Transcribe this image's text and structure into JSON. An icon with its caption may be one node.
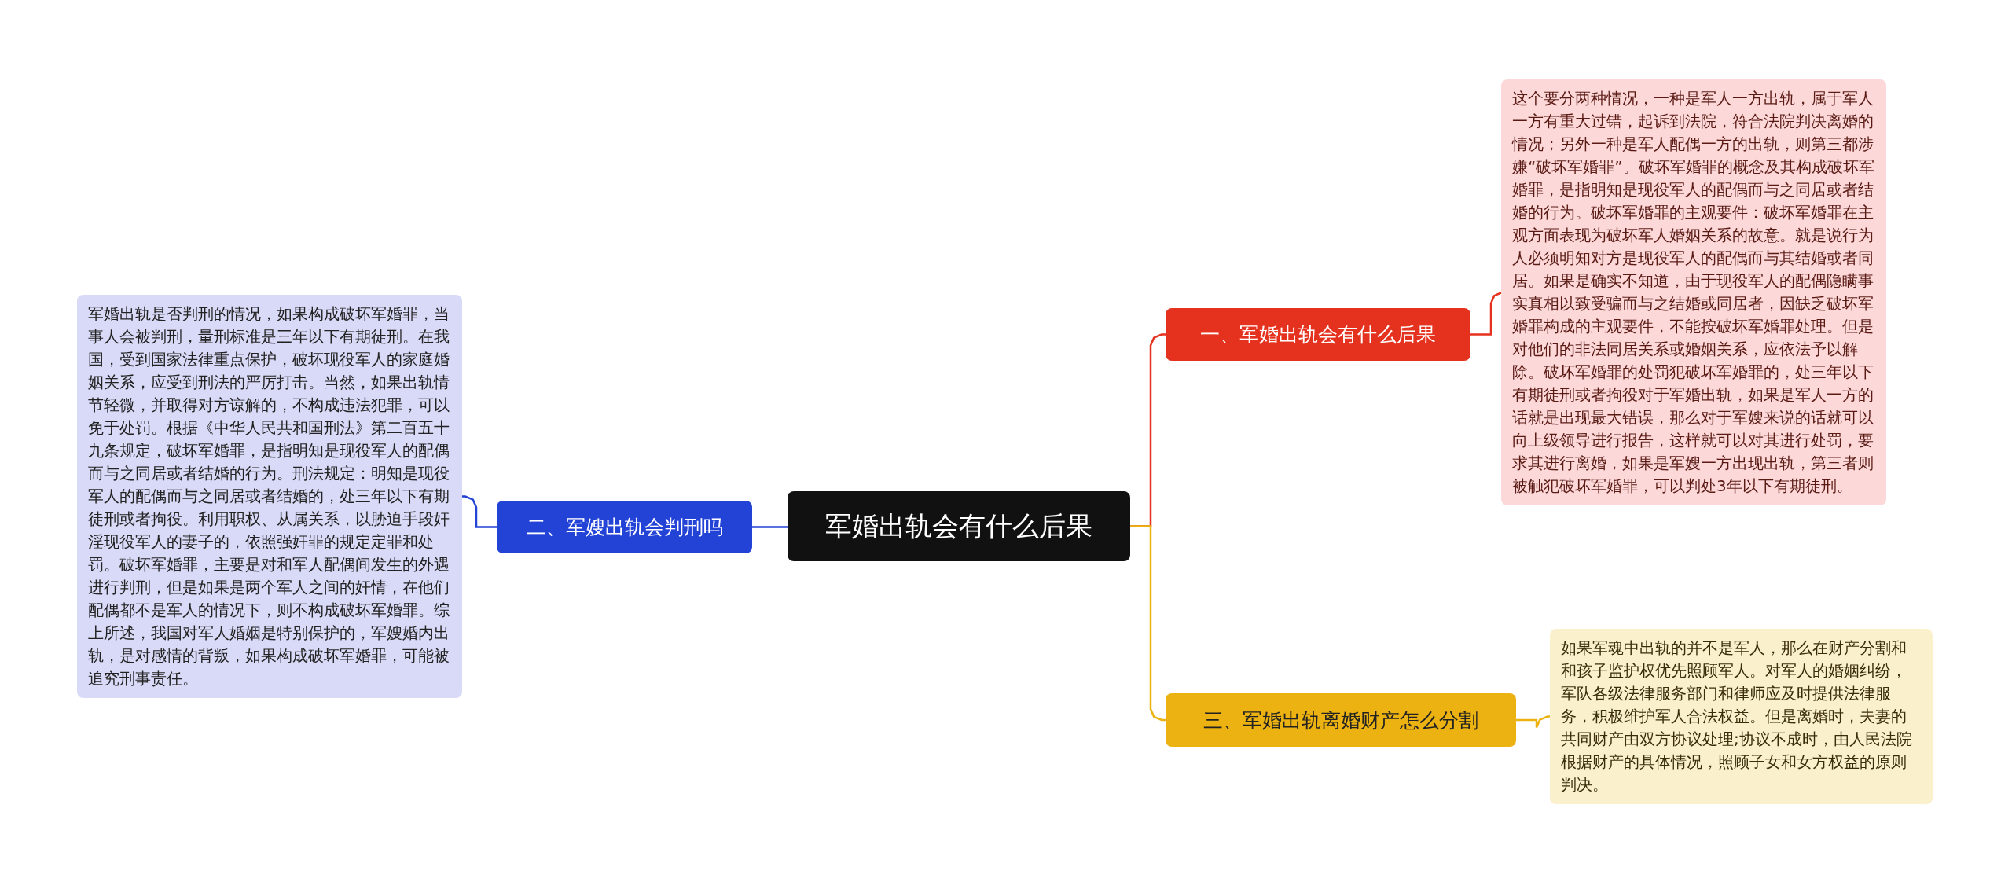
{
  "diagram": {
    "nodes": [
      {
        "text": [
          "军婚出轨会有什么后果"
        ]
      },
      {
        "text": [
          "一、军婚出轨会有什么后果"
        ]
      },
      {
        "text": [
          "这个要分两种情况，一种是军人一方出轨，属于军人一方有重大过错，起诉到法院，符合法院判决离婚的情况；另外一种是军人配偶一方的出轨，则第三都涉嫌“破坏军婚罪”。破坏军婚罪的概念及其构成破坏军婚罪，是指明知是现役军人的配偶而与之同居或者结婚的行为。破坏军婚罪的主观要件：破坏军婚罪在主观方面表现为破坏军人婚姻关系的故意。就是说行为人必须明知对方是现役军人的配偶而与其结婚或者同居。如果是确实不知道，由于现役军人的配偶隐瞒事实真相以致受骗而与之结婚或同居者，因缺乏破坏军婚罪构成的主观要件，不能按破坏军婚罪处理。但是对他们的非法同居关系或婚姻关系，应依法予以解除。破坏军婚罪的处罚犯破坏军婚罪的，处三年以下有期徒刑或者拘役对于军婚出轨，如果是军人一方的话就是出现最大错误，那么对于军嫂来说的话就可以向上级领导进行报告，这样就可以对其进行处罚，要求其进行离婚，如果是军嫂一方出现出轨，第三者则被触犯破坏军婚罪，可以判处3年以下有期徒刑。"
        ]
      },
      {
        "text": [
          "二、军嫂出轨会判刑吗"
        ]
      },
      {
        "text": [
          "军婚出轨是否判刑的情况，如果构成破坏军婚罪，当事人会被判刑，量刑标准是三年以下有期徒刑。在我国，受到国家法律重点保护，破坏现役军人的家庭婚姻关系，应受到刑法的严厉打击。当然，如果出轨情节轻微，并取得对方谅解的，不构成违法犯罪，可以免于处罚。根据《中华人民共和国刑法》第二百五十九条规定，破坏军婚罪，是指明知是现役军人的配偶而与之同居或者结婚的行为。刑法规定：明知是现役军人的配偶而与之同居或者结婚的，处三年以下有期徒刑或者拘役。利用职权、从属关系，以胁迫手段奸淫现役军人的妻子的，依照强奸罪的规定定罪和处罚。破坏军婚罪，主要是对和军人配偶间发生的外遇进行判刑，但是如果是两个军人之间的奸情，在他们配偶都不是军人的情况下，则不构成破坏军婚罪。综上所述，我国对军人婚姻是特别保护的，军嫂婚内出轨，是对感情的背叛，如果构成破坏军婚罪，可能被追究刑事责任。"
        ]
      },
      {
        "text": [
          "三、军婚出轨离婚财产怎么分割"
        ]
      },
      {
        "text": [
          "如果军魂中出轨的并不是军人，那么在财产分割和和孩子监护权优先照顾军人。对军人的婚姻纠纷，军队各级法律服务部门和律师应及时提供法律服务，积极维护军人合法权益。但是离婚时，夫妻的共同财产由双方协议处理;协议不成时，由人民法院根据财产的具体情况，照顾子女和女方权益的原则判决。"
        ]
      }
    ],
    "edges": [
      {
        "from": 0,
        "to": 1,
        "arrow": "none",
        "color": "#e5321e"
      },
      {
        "from": 1,
        "to": 2,
        "arrow": "none",
        "color": "#e5321e"
      },
      {
        "from": 0,
        "to": 3,
        "arrow": "none",
        "color": "#2343d6"
      },
      {
        "from": 3,
        "to": 4,
        "arrow": "none",
        "color": "#2343d6"
      },
      {
        "from": 0,
        "to": 5,
        "arrow": "none",
        "color": "#ebb211"
      },
      {
        "from": 5,
        "to": 6,
        "arrow": "none",
        "color": "#ebb211"
      }
    ]
  }
}
